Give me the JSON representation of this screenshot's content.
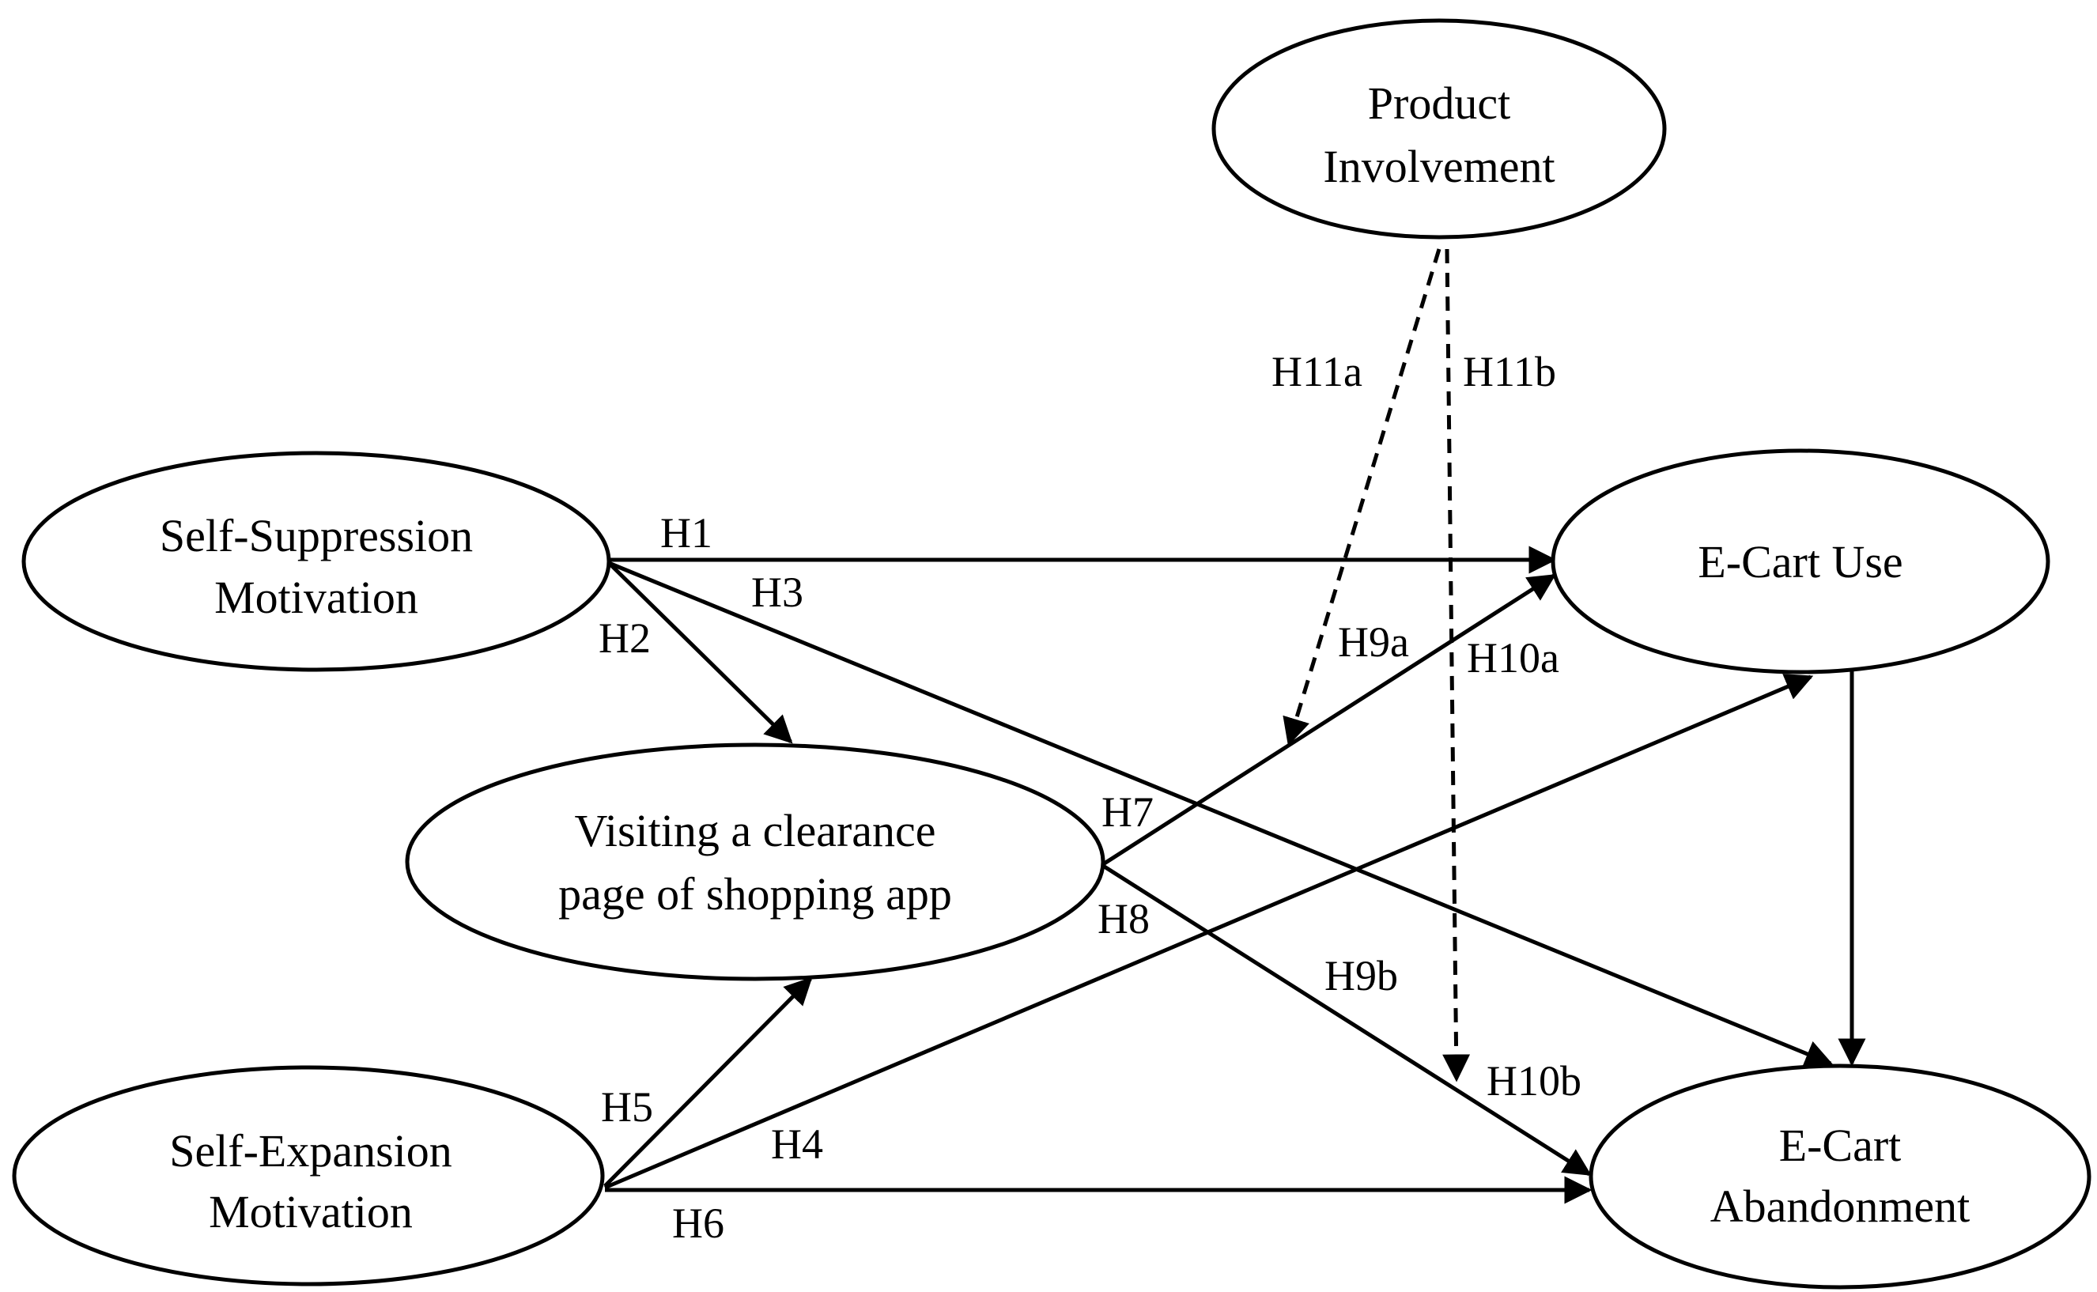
{
  "nodes": {
    "product_involvement": {
      "line1": "Product",
      "line2": "Involvement"
    },
    "self_suppression": {
      "line1": "Self-Suppression",
      "line2": "Motivation"
    },
    "clearance_visit": {
      "line1": "Visiting a clearance",
      "line2": "page of shopping app"
    },
    "self_expansion": {
      "line1": "Self-Expansion",
      "line2": "Motivation"
    },
    "ecart_use": {
      "line1": "E-Cart Use"
    },
    "ecart_abandonment": {
      "line1": "E-Cart",
      "line2": "Abandonment"
    }
  },
  "paths": {
    "h1": "H1",
    "h2": "H2",
    "h3": "H3",
    "h4": "H4",
    "h5": "H5",
    "h6": "H6",
    "h7": "H7",
    "h8": "H8",
    "h9a": "H9a",
    "h9b": "H9b",
    "h10a": "H10a",
    "h10b": "H10b",
    "h11a": "H11a",
    "h11b": "H11b"
  },
  "edges": [
    {
      "from": "self_suppression",
      "to": "ecart_use",
      "label": "H1",
      "style": "solid"
    },
    {
      "from": "self_suppression",
      "to": "clearance_visit",
      "label": "H2",
      "style": "solid"
    },
    {
      "from": "self_suppression",
      "to": "ecart_abandonment",
      "label": "H3",
      "style": "solid"
    },
    {
      "from": "self_expansion",
      "to": "ecart_use",
      "label": "H4",
      "style": "solid"
    },
    {
      "from": "self_expansion",
      "to": "clearance_visit",
      "label": "H5",
      "style": "solid"
    },
    {
      "from": "self_expansion",
      "to": "ecart_abandonment",
      "label": "H6",
      "style": "solid"
    },
    {
      "from": "clearance_visit",
      "to": "ecart_use",
      "label": "H7",
      "style": "solid"
    },
    {
      "from": "clearance_visit",
      "to": "ecart_abandonment",
      "label": "H8",
      "style": "solid"
    },
    {
      "from": "ecart_use",
      "to": "ecart_abandonment",
      "label": "",
      "style": "solid"
    },
    {
      "from": "product_involvement",
      "to": "H9a path",
      "label": "H11a",
      "style": "dashed"
    },
    {
      "from": "product_involvement",
      "to": "H10b path",
      "label": "H11b",
      "style": "dashed"
    }
  ]
}
